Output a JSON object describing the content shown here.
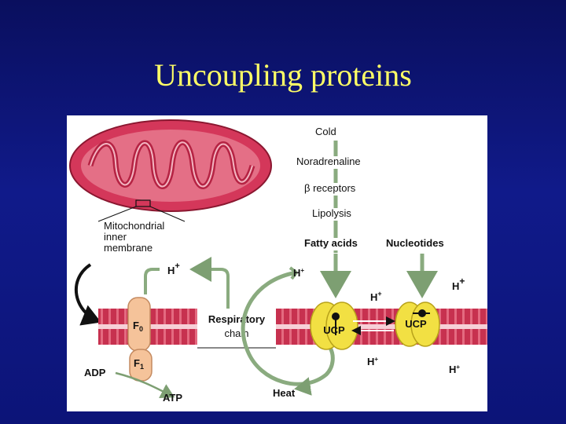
{
  "slide": {
    "title": "Uncoupling proteins"
  },
  "diagram": {
    "signal_chain": [
      "Cold",
      "Noradrenaline",
      "β receptors",
      "Lipolysis",
      "Fatty acids"
    ],
    "nucleotides": "Nucleotides",
    "membrane_label": [
      "Mitochondrial",
      "inner",
      "membrane"
    ],
    "proton": "H",
    "proton_charge": "+",
    "fo": "F",
    "fo_sub": "0",
    "f1": "F",
    "f1_sub": "1",
    "respiratory_chain": [
      "Respiratory",
      "chain"
    ],
    "ucp": "UCP",
    "adp": "ADP",
    "atp": "ATP",
    "heat": "Heat"
  },
  "colors": {
    "slide_bg": "#0c1478",
    "title": "#ffff66",
    "mitochondrion": "#d4375a",
    "membrane": "#c9304f",
    "atp_synthase": "#f5c39a",
    "ucp": "#f2e043",
    "arrow": "#8aab7f"
  }
}
